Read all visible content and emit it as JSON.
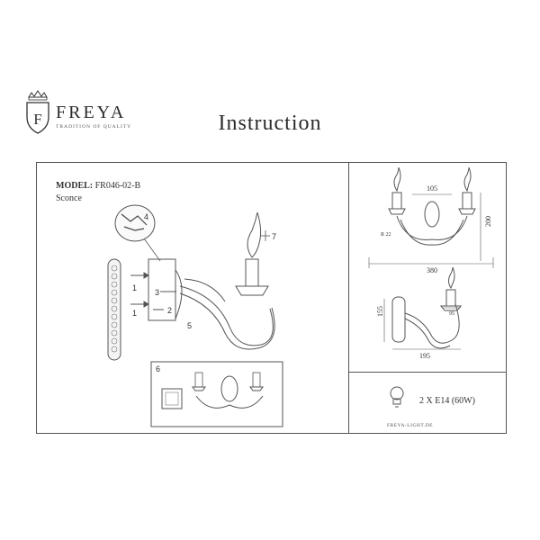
{
  "brand": {
    "name": "FREYA",
    "tagline": "TRADITION OF QUALITY",
    "monogram": "F"
  },
  "title": "Instruction",
  "model": {
    "label": "MODEL:",
    "code": "FR046-02-B",
    "type": "Sconce"
  },
  "steps": [
    "1",
    "1",
    "2",
    "3",
    "4",
    "5",
    "6",
    "7"
  ],
  "dimensions": {
    "top_width": "105",
    "height": "200",
    "total_width": "380",
    "radius": "R 22",
    "side_height": "155",
    "side_inner": "95",
    "side_depth": "195"
  },
  "bulb_spec": "2 X E14 (60W)",
  "website": "FREYA-LIGHT.DE",
  "colors": {
    "line": "#555555",
    "text": "#333333"
  }
}
